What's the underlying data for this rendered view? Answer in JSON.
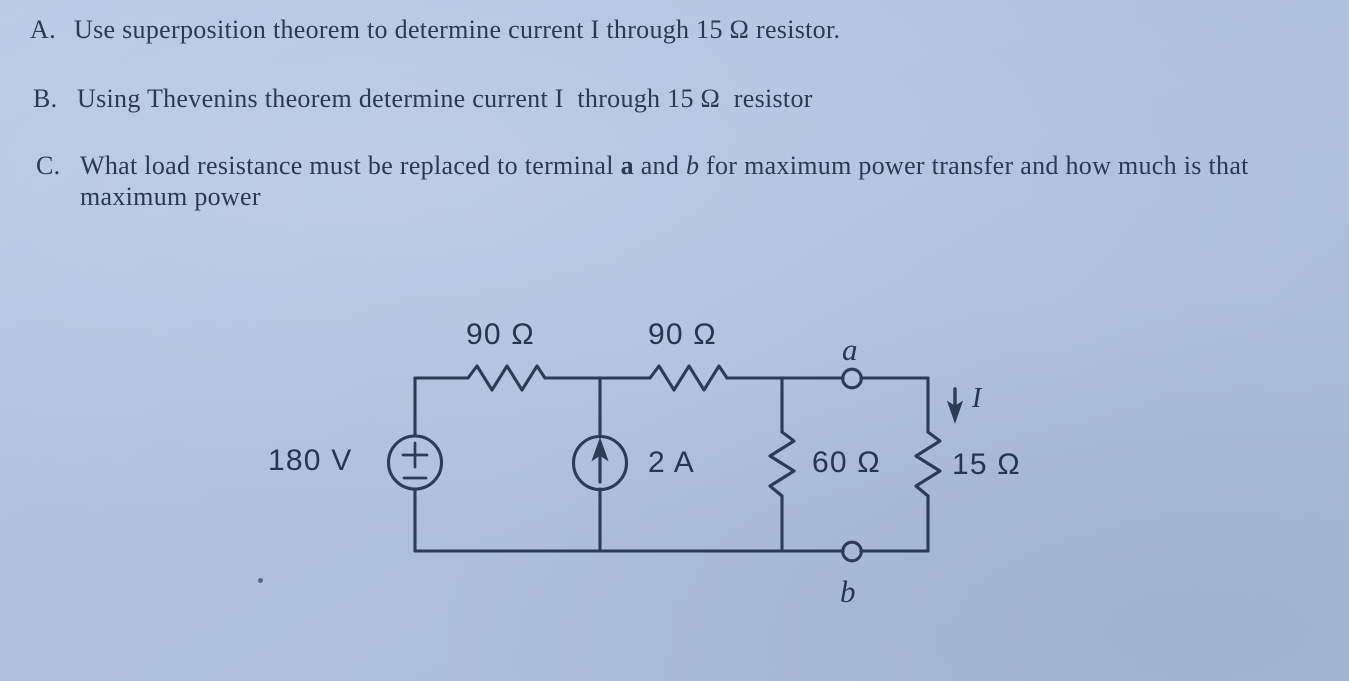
{
  "page": {
    "background_color": "#aec1de",
    "ink_color": "#2b3a52"
  },
  "questions": [
    {
      "label": "A.",
      "text": "Use superposition theorem to determine current I through 15 Ω resistor."
    },
    {
      "label": "B.",
      "text": "Using Thevenins theorem determine current I  through 15 Ω  resistor"
    },
    {
      "label": "C.",
      "text_part1": "What load resistance must be replaced to terminal ",
      "text_a": "a",
      "text_part2": " and ",
      "text_b": "b",
      "text_part3": " for maximum power transfer and how much is that maximum power"
    }
  ],
  "circuit": {
    "labels": {
      "resistor_top_left": "90 Ω",
      "resistor_top_right": "90 Ω",
      "voltage_source": "180 V",
      "current_source": "2 A",
      "resistor_60": "60 Ω",
      "resistor_15": "15 Ω",
      "terminal_a": "a",
      "terminal_b": "b",
      "current_arrow": "I"
    },
    "elements": [
      {
        "name": "voltage-source",
        "type": "dc-voltage-source",
        "value": "180 V",
        "polarity_top": "+",
        "polarity_bottom": "−"
      },
      {
        "name": "resistor-90-left",
        "type": "resistor",
        "value": "90 Ω",
        "orientation": "horizontal"
      },
      {
        "name": "resistor-90-right",
        "type": "resistor",
        "value": "90 Ω",
        "orientation": "horizontal"
      },
      {
        "name": "current-source",
        "type": "dc-current-source",
        "value": "2 A",
        "arrow_direction": "up"
      },
      {
        "name": "resistor-60",
        "type": "resistor",
        "value": "60 Ω",
        "orientation": "vertical"
      },
      {
        "name": "resistor-15",
        "type": "resistor",
        "value": "15 Ω",
        "orientation": "vertical"
      },
      {
        "name": "terminal-a",
        "type": "open-terminal",
        "label": "a"
      },
      {
        "name": "terminal-b",
        "type": "open-terminal",
        "label": "b"
      },
      {
        "name": "current-arrow-I",
        "type": "current-direction-arrow",
        "label": "I",
        "direction": "down"
      }
    ]
  }
}
